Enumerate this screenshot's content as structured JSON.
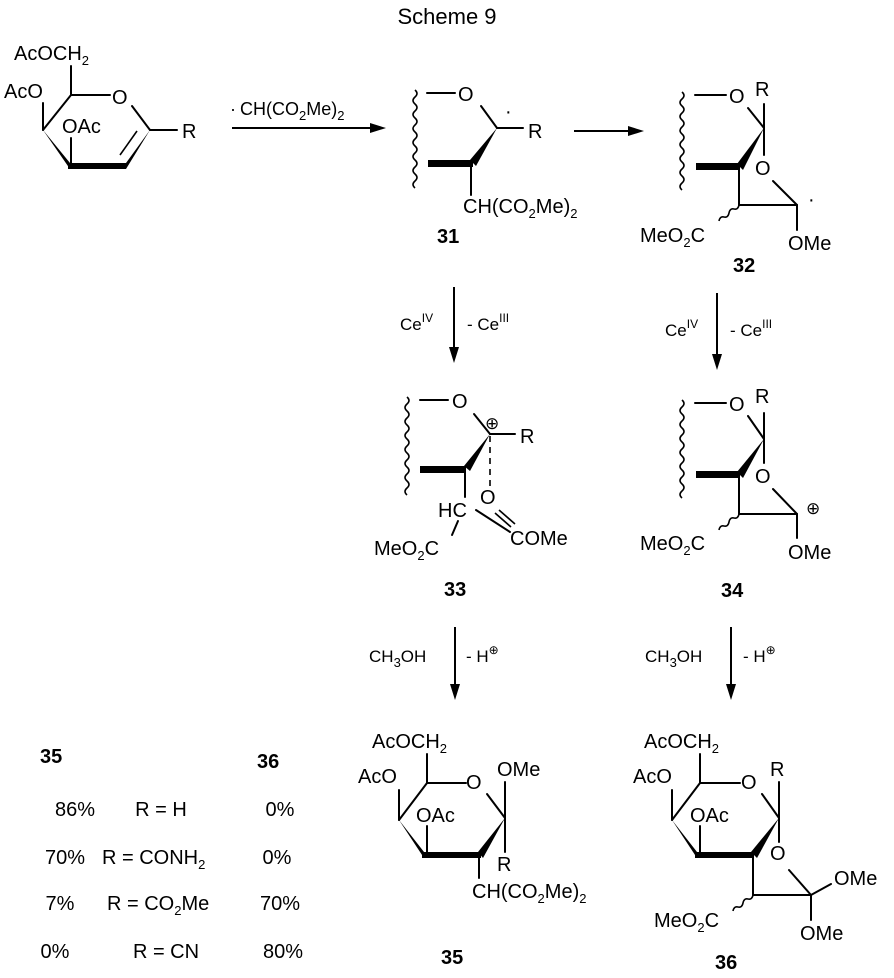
{
  "title": "Scheme 9",
  "reagents": {
    "step1": {
      "prefix": "·",
      "main": "CH(CO",
      "sub": "2",
      "mid": "Me)",
      "sub2": "2"
    },
    "oxidation_left": {
      "reagent": "Ce",
      "reagent_sup": "IV",
      "byproduct": "- Ce",
      "byproduct_sup": "III"
    },
    "oxidation_right": {
      "reagent": "Ce",
      "reagent_sup": "IV",
      "byproduct": "- Ce",
      "byproduct_sup": "III"
    },
    "methanolysis_left": {
      "reagent": "CH",
      "reagent_sub": "3",
      "reagent_end": "OH",
      "byproduct": "- H",
      "byproduct_sup": "⊕"
    },
    "methanolysis_right": {
      "reagent": "CH",
      "reagent_sub": "3",
      "reagent_end": "OH",
      "byproduct": "- H",
      "byproduct_sup": "⊕"
    }
  },
  "structures": {
    "glycal": {
      "ch2": "AcOCH",
      "ch2_sub": "2",
      "aco": "AcO",
      "oac": "OAc",
      "ring_o": "O",
      "r": "R"
    },
    "c31": {
      "label": "31",
      "o": "O",
      "r": "R",
      "radical": "·",
      "sub_main": "CH(CO",
      "sub_2": "2",
      "sub_end": "Me)",
      "sub_3": "2"
    },
    "c32": {
      "label": "32",
      "o": "O",
      "o2": "O",
      "r": "R",
      "radical": "·",
      "ester": "MeO",
      "ester_sub": "2",
      "ester_end": "C",
      "ome": "OMe"
    },
    "c33": {
      "label": "33",
      "o": "O",
      "o2": "O",
      "r": "R",
      "charge": "⊕",
      "hc": "HC",
      "ester": "MeO",
      "ester_sub": "2",
      "ester_end": "C",
      "come": "COMe"
    },
    "c34": {
      "label": "34",
      "o": "O",
      "o2": "O",
      "r": "R",
      "charge": "⊕",
      "ester": "MeO",
      "ester_sub": "2",
      "ester_end": "C",
      "ome": "OMe"
    },
    "c35": {
      "label": "35",
      "ch2": "AcOCH",
      "ch2_sub": "2",
      "aco": "AcO",
      "oac": "OAc",
      "ring_o": "O",
      "ome": "OMe",
      "r": "R",
      "sub_main": "CH(CO",
      "sub_2": "2",
      "sub_end": "Me)",
      "sub_3": "2"
    },
    "c36": {
      "label": "36",
      "ch2": "AcOCH",
      "ch2_sub": "2",
      "aco": "AcO",
      "oac": "OAc",
      "ring_o": "O",
      "o2": "O",
      "r": "R",
      "ester": "MeO",
      "ester_sub": "2",
      "ester_end": "C",
      "ome1": "OMe",
      "ome2": "OMe"
    }
  },
  "yield_table": {
    "col_35": "35",
    "col_36": "36",
    "rows": [
      {
        "y35": "86%",
        "r": "R = H",
        "r_sub": "",
        "r_end": "",
        "y36": "0%"
      },
      {
        "y35": "70%",
        "r": "R = CONH",
        "r_sub": "2",
        "r_end": "",
        "y36": "0%"
      },
      {
        "y35": "7%",
        "r": "R = CO",
        "r_sub": "2",
        "r_end": "Me",
        "y36": "70%"
      },
      {
        "y35": "0%",
        "r": "R = CN",
        "r_sub": "",
        "r_end": "",
        "y36": "80%"
      }
    ]
  }
}
